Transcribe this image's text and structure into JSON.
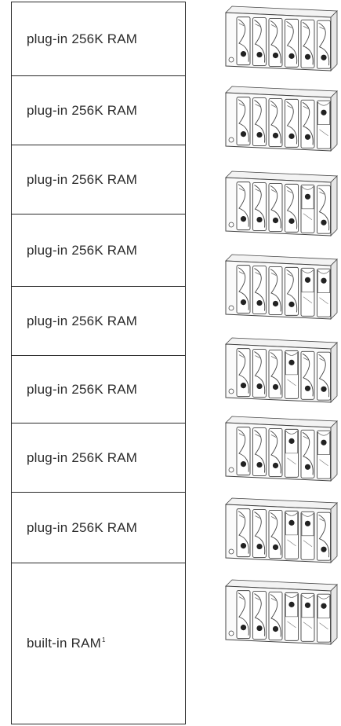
{
  "memory_stack": {
    "plugin_rows": [
      {
        "label": "plug-in 256K RAM"
      },
      {
        "label": "plug-in 256K RAM"
      },
      {
        "label": "plug-in 256K RAM"
      },
      {
        "label": "plug-in 256K RAM"
      },
      {
        "label": "plug-in 256K RAM"
      },
      {
        "label": "plug-in 256K RAM"
      },
      {
        "label": "plug-in 256K RAM"
      },
      {
        "label": "plug-in 256K RAM"
      }
    ],
    "builtin_label": "built-in RAM",
    "builtin_footnote_mark": "1"
  },
  "switch_blocks": [
    {
      "switch_count": 6,
      "positions": [
        "off",
        "off",
        "off",
        "off",
        "off",
        "off"
      ]
    },
    {
      "switch_count": 6,
      "positions": [
        "off",
        "off",
        "off",
        "off",
        "off",
        "on"
      ]
    },
    {
      "switch_count": 6,
      "positions": [
        "off",
        "off",
        "off",
        "off",
        "on",
        "off"
      ]
    },
    {
      "switch_count": 6,
      "positions": [
        "off",
        "off",
        "off",
        "off",
        "on",
        "on"
      ]
    },
    {
      "switch_count": 6,
      "positions": [
        "off",
        "off",
        "off",
        "on",
        "off",
        "off"
      ]
    },
    {
      "switch_count": 6,
      "positions": [
        "off",
        "off",
        "off",
        "on",
        "off",
        "on"
      ]
    },
    {
      "switch_count": 6,
      "positions": [
        "off",
        "off",
        "off",
        "on",
        "on",
        "off"
      ]
    },
    {
      "switch_count": 6,
      "positions": [
        "off",
        "off",
        "off",
        "on",
        "on",
        "on"
      ]
    }
  ]
}
